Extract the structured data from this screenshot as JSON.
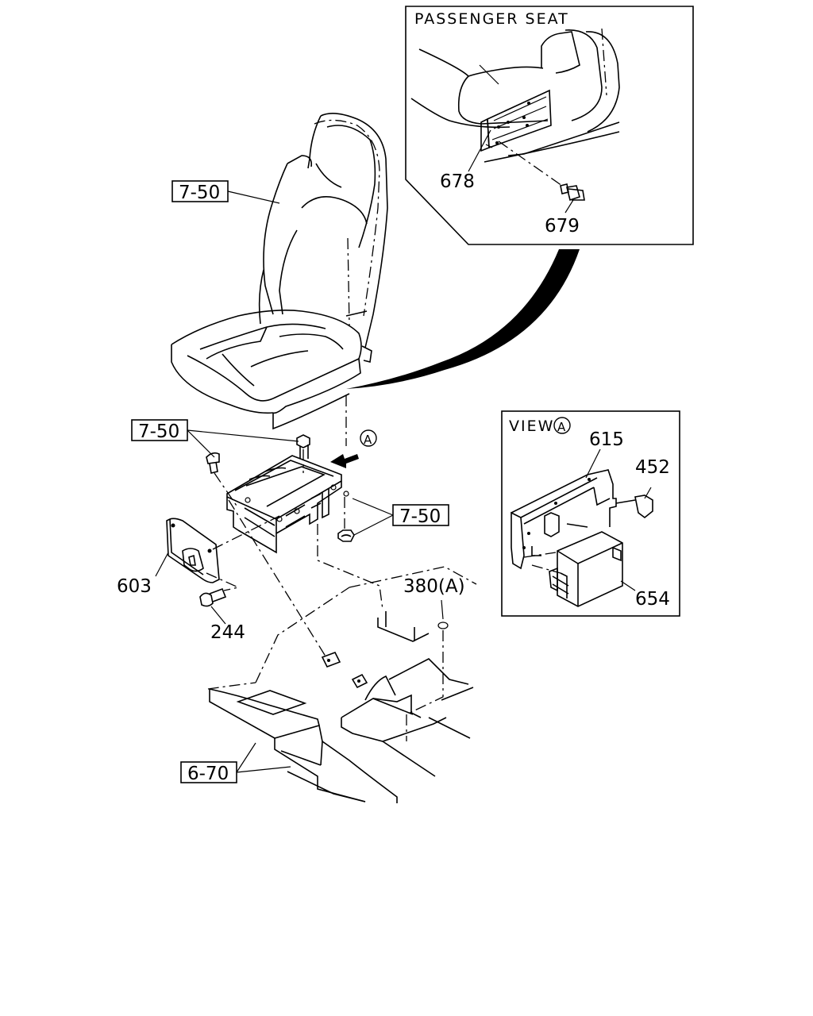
{
  "inset_passenger": {
    "title": "PASSENGER SEAT",
    "parts": [
      "678",
      "679"
    ]
  },
  "inset_view": {
    "title": "VIEW",
    "view_mark": "A",
    "parts": [
      "615",
      "452",
      "654"
    ]
  },
  "main": {
    "view_arrow_mark": "A",
    "refs": {
      "seat": "7-50",
      "bracket_bolts": "7-50",
      "nuts": "7-50",
      "floor": "6-70"
    },
    "parts": {
      "cover": "603",
      "bolt": "244",
      "plug": "380(A)"
    }
  }
}
